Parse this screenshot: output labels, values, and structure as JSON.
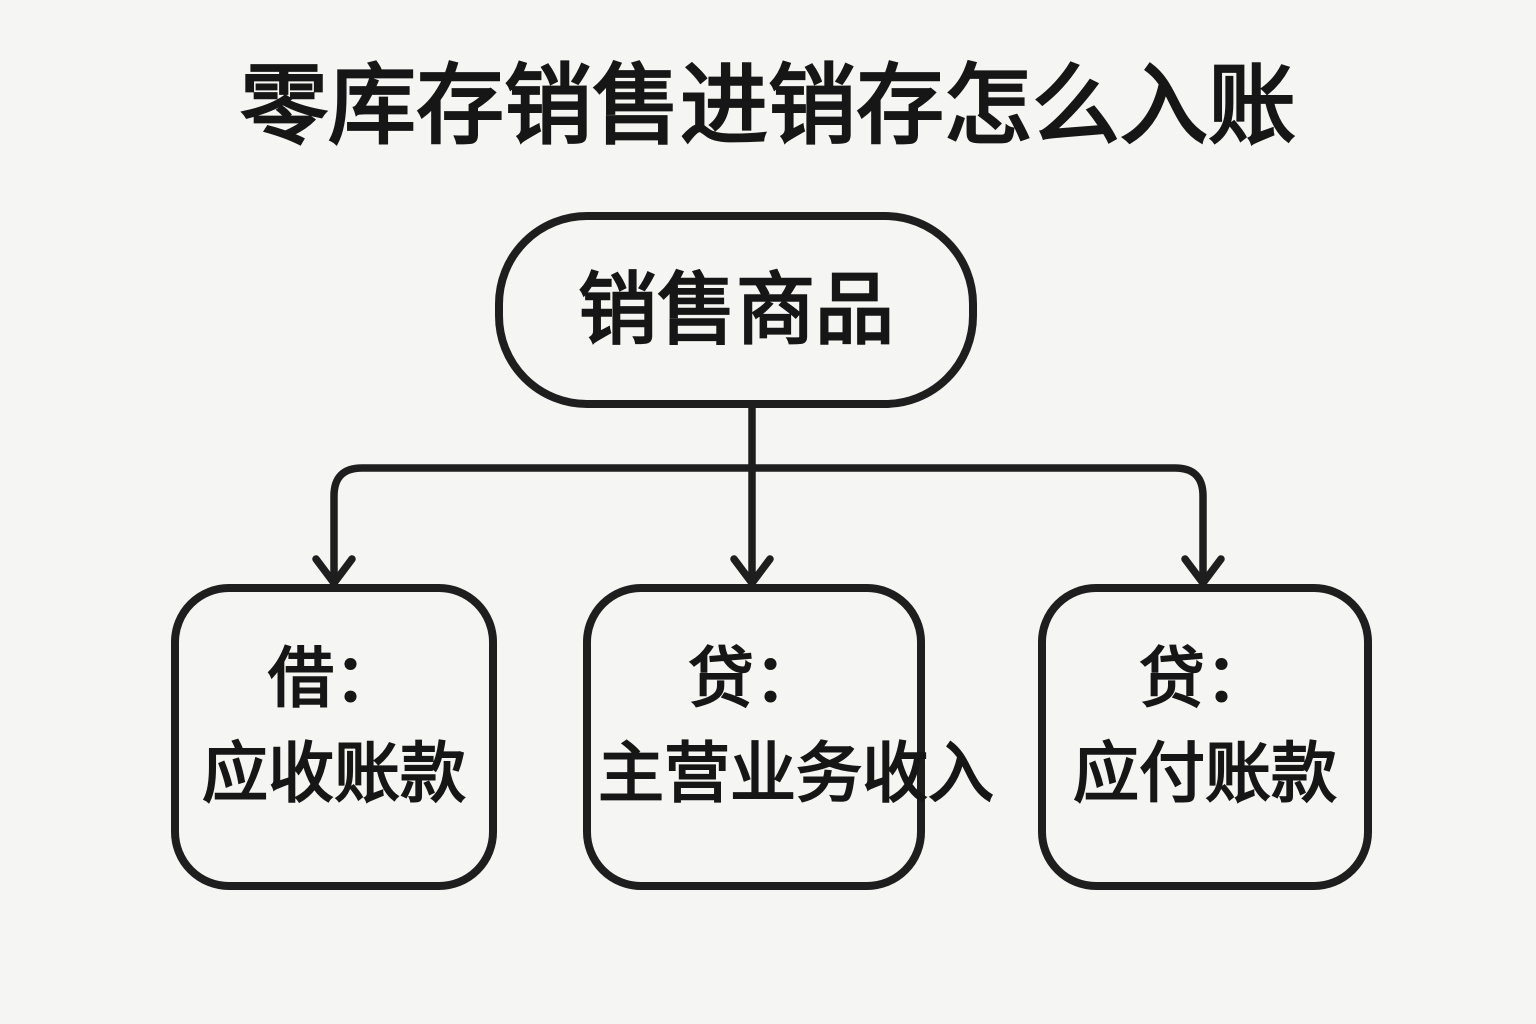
{
  "title": "零库存销售进销存怎么入账",
  "colors": {
    "background": "#f5f5f3",
    "stroke": "#1e1e1e",
    "text": "#161616"
  },
  "diagram": {
    "root": {
      "label": "销售商品"
    },
    "children": [
      {
        "line1": "借：",
        "line2": "应收账款"
      },
      {
        "line1": "贷：",
        "line2": "主营业务收入"
      },
      {
        "line1": "贷：",
        "line2": "应付账款"
      }
    ]
  }
}
